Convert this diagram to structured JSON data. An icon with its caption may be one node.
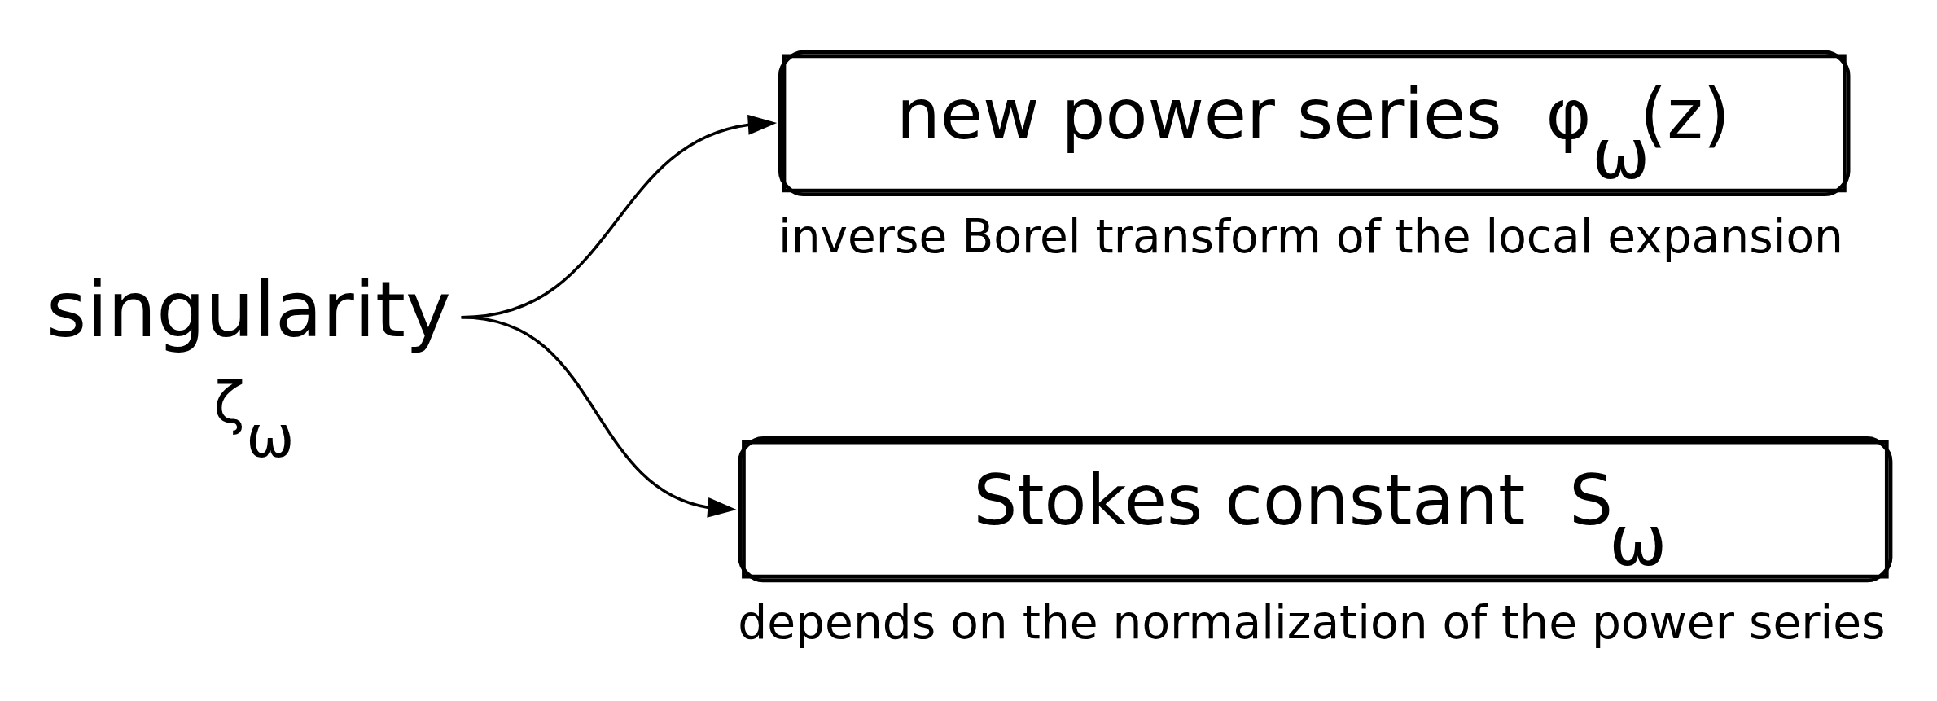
{
  "diagram": {
    "nodes": [
      {
        "text": [
          "singularity"
        ],
        "beside": [
          "ζ$_{ω}$"
        ]
      },
      {
        "text": [
          "new power series  φ$_{ω}$(z)"
        ],
        "beside": [
          "inverse Borel transform of the local expansion"
        ]
      },
      {
        "text": [
          "Stokes constant  S$_{ω}$"
        ],
        "beside": [
          "depends on the normalization of the power series"
        ]
      }
    ],
    "edges": [
      {
        "from": 0,
        "to": 1,
        "arrow": "to"
      },
      {
        "from": 0,
        "to": 2,
        "arrow": "to"
      }
    ]
  }
}
